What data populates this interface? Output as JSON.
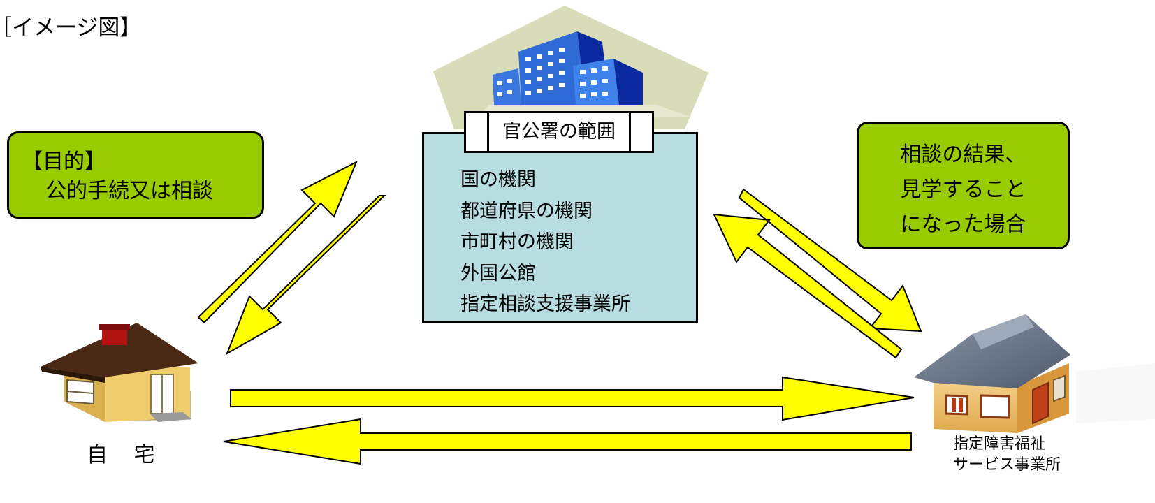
{
  "title": "［イメージ図】",
  "purpose_box": {
    "line1": "【目的】",
    "line2": "公的手続又は相談"
  },
  "office_box": {
    "header": "官公署の範囲",
    "items": [
      "国の機関",
      "都道府県の機関",
      "市町村の機関",
      "外国公館",
      "指定相談支援事業所"
    ]
  },
  "result_box": {
    "lines": [
      "相談の結果、",
      "見学すること",
      "になった場合"
    ]
  },
  "home": {
    "label": "自 宅",
    "icon": "house-icon"
  },
  "facility": {
    "label_lines": [
      "指定障害福祉",
      "サービス事業所"
    ],
    "icon": "facility-building-icon"
  },
  "building_icon": "office-building-icon",
  "colors": {
    "arrow_fill": "#ffff00",
    "box_green": "#99cc00",
    "office_fill": "#b7dde1"
  }
}
